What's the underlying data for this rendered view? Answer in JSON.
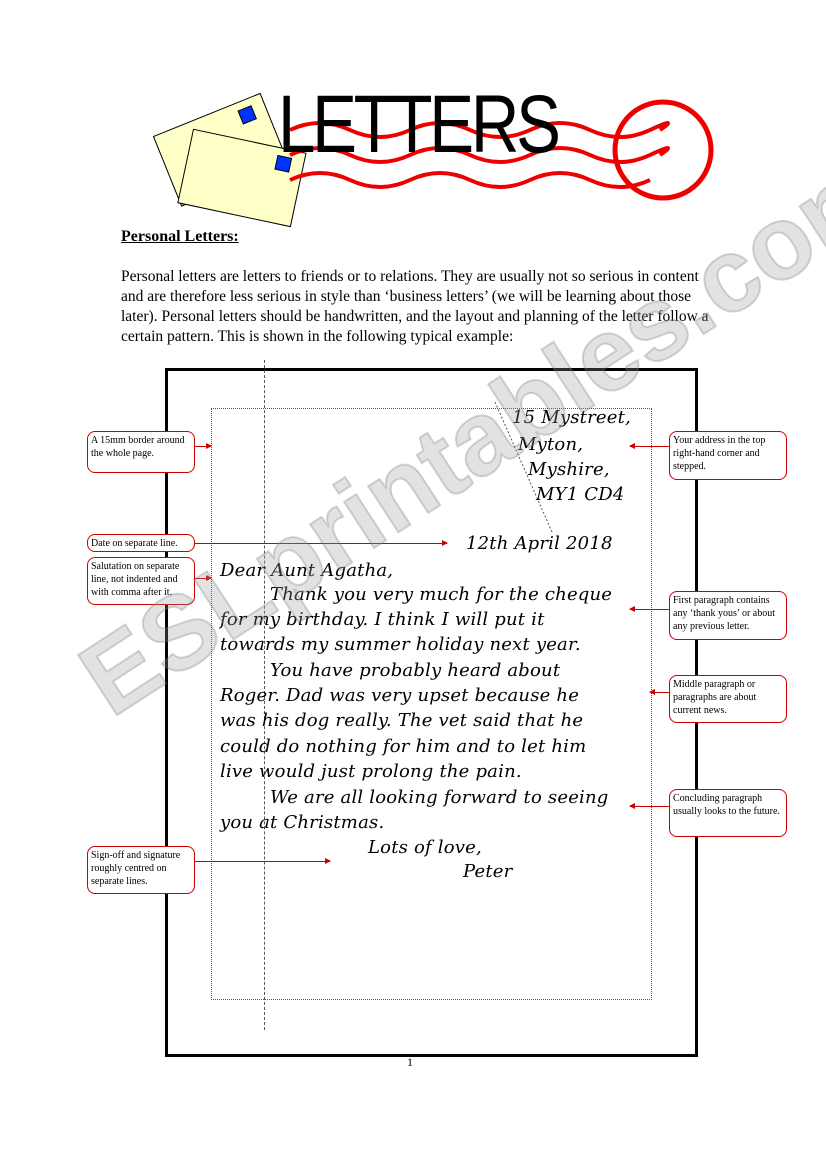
{
  "header": {
    "title": "LETTERS"
  },
  "heading": "Personal Letters:",
  "intro": "Personal letters are letters to friends or to relations.  They are usually not so serious in content and are therefore less serious in style than ‘business letters’ (we will be learning about those later).  Personal letters should be handwritten, and the layout and planning of the letter follow a certain pattern.  This is shown in the following typical example:",
  "letter": {
    "address": [
      "15 Mystreet,",
      "Myton,",
      "Myshire,",
      "MY1 CD4"
    ],
    "date": "12th  April 2018",
    "salutation": "Dear Aunt Agatha,",
    "body": [
      "Thank you very much for the cheque",
      "for my birthday. I think I will put it",
      "towards my summer holiday next year.",
      "You have probably heard about",
      "Roger.  Dad was very upset because he",
      "was his dog really.  The vet said that he",
      "could do nothing for him and to let him",
      "live would just prolong the pain.",
      "We are all looking forward to seeing",
      "you at Christmas."
    ],
    "signoff": "Lots of love,",
    "signature": "Peter"
  },
  "callouts": {
    "border": "A 15mm border around the whole page.",
    "date": "Date on  separate line.",
    "salutation": "Salutation on  separate line, not indented and with comma after it.",
    "signoff": "Sign-off and  signature roughly centred on separate lines.",
    "address": "Your address in the top right-hand corner and stepped.",
    "first": "First paragraph contains any ‘thank yous’ or about any previous letter.",
    "middle": "Middle paragraph or paragraphs are about current news.",
    "concluding": "Concluding  paragraph usually looks to the future."
  },
  "watermark": "ESLprintables.com",
  "page_number": "1"
}
